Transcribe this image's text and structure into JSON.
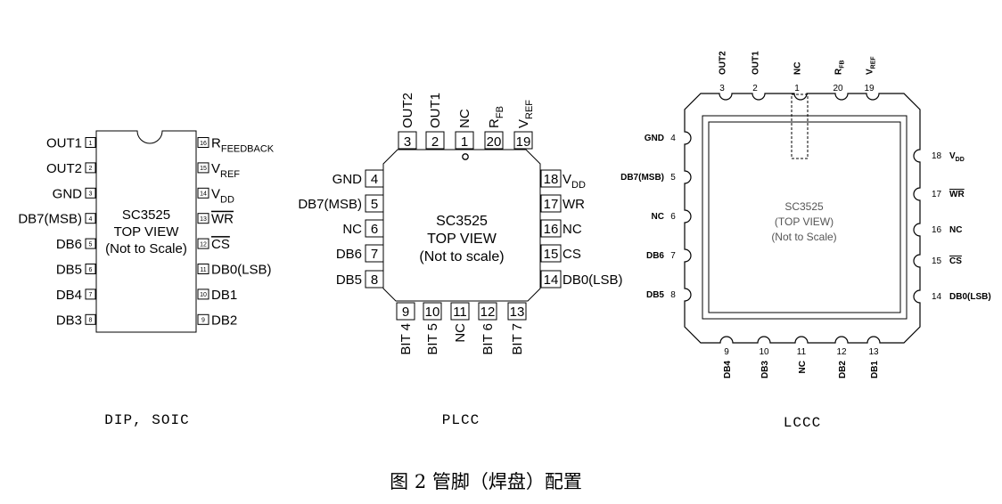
{
  "dip": {
    "name_lines": [
      "SC3525",
      "TOP VIEW",
      "(Not to Scale)"
    ],
    "caption": "DIP, SOIC",
    "left_pins": [
      {
        "num": "1",
        "label": "OUT1"
      },
      {
        "num": "2",
        "label": "OUT2"
      },
      {
        "num": "3",
        "label": "GND"
      },
      {
        "num": "4",
        "label": "DB7(MSB)"
      },
      {
        "num": "5",
        "label": "DB6"
      },
      {
        "num": "6",
        "label": "DB5"
      },
      {
        "num": "7",
        "label": "DB4"
      },
      {
        "num": "8",
        "label": "DB3"
      }
    ],
    "right_pins": [
      {
        "num": "16",
        "label": "R",
        "sub": "FEEDBACK"
      },
      {
        "num": "15",
        "label": "V",
        "sub": "REF"
      },
      {
        "num": "14",
        "label": "V",
        "sub": "DD"
      },
      {
        "num": "13",
        "label": "WR",
        "overline": true
      },
      {
        "num": "12",
        "label": "CS",
        "overline": true
      },
      {
        "num": "11",
        "label": "DB0(LSB)"
      },
      {
        "num": "10",
        "label": "DB1"
      },
      {
        "num": "9",
        "label": "DB2"
      }
    ]
  },
  "plcc": {
    "name_lines": [
      "SC3525",
      "TOP VIEW",
      "(Not to scale)"
    ],
    "caption": "PLCC",
    "top_pins": [
      {
        "num": "3",
        "label": "OUT2"
      },
      {
        "num": "2",
        "label": "OUT1"
      },
      {
        "num": "1",
        "label": "NC"
      },
      {
        "num": "20",
        "label": "R",
        "sub": "FB"
      },
      {
        "num": "19",
        "label": "V",
        "sub": "REF"
      }
    ],
    "left_pins": [
      {
        "num": "4",
        "label": "GND"
      },
      {
        "num": "5",
        "label": "DB7(MSB)"
      },
      {
        "num": "6",
        "label": "NC"
      },
      {
        "num": "7",
        "label": "DB6"
      },
      {
        "num": "8",
        "label": "DB5"
      }
    ],
    "right_pins": [
      {
        "num": "18",
        "label": "V",
        "sub": "DD"
      },
      {
        "num": "17",
        "label": "WR"
      },
      {
        "num": "16",
        "label": "NC"
      },
      {
        "num": "15",
        "label": "CS"
      },
      {
        "num": "14",
        "label": "DB0(LSB)"
      }
    ],
    "bottom_pins": [
      {
        "num": "9",
        "label": "BIT 4"
      },
      {
        "num": "10",
        "label": "BIT 5"
      },
      {
        "num": "11",
        "label": "NC"
      },
      {
        "num": "12",
        "label": "BIT 6"
      },
      {
        "num": "13",
        "label": "BIT 7"
      }
    ]
  },
  "lccc": {
    "name_lines": [
      "SC3525",
      "(TOP VIEW)",
      "(Not to Scale)"
    ],
    "caption": "LCCC",
    "top_pins": [
      {
        "num": "3",
        "label": "OUT2"
      },
      {
        "num": "2",
        "label": "OUT1"
      },
      {
        "num": "1",
        "label": "NC"
      },
      {
        "num": "20",
        "label": "R",
        "sub": "FB"
      },
      {
        "num": "19",
        "label": "V",
        "sub": "REF"
      }
    ],
    "left_pins": [
      {
        "num": "4",
        "label": "GND"
      },
      {
        "num": "5",
        "label": "DB7(MSB)"
      },
      {
        "num": "6",
        "label": "NC"
      },
      {
        "num": "7",
        "label": "DB6"
      },
      {
        "num": "8",
        "label": "DB5"
      }
    ],
    "right_pins": [
      {
        "num": "18",
        "label": "V",
        "sub": "DD"
      },
      {
        "num": "17",
        "label": "WR",
        "overline": true
      },
      {
        "num": "16",
        "label": "NC"
      },
      {
        "num": "15",
        "label": "CS",
        "overline": true
      },
      {
        "num": "14",
        "label": "DB0(LSB)"
      }
    ],
    "bottom_pins": [
      {
        "num": "9",
        "label": "DB4"
      },
      {
        "num": "10",
        "label": "DB3"
      },
      {
        "num": "11",
        "label": "NC"
      },
      {
        "num": "12",
        "label": "DB2"
      },
      {
        "num": "13",
        "label": "DB1"
      }
    ]
  },
  "figure_caption": "图 2 管脚（焊盘）配置"
}
